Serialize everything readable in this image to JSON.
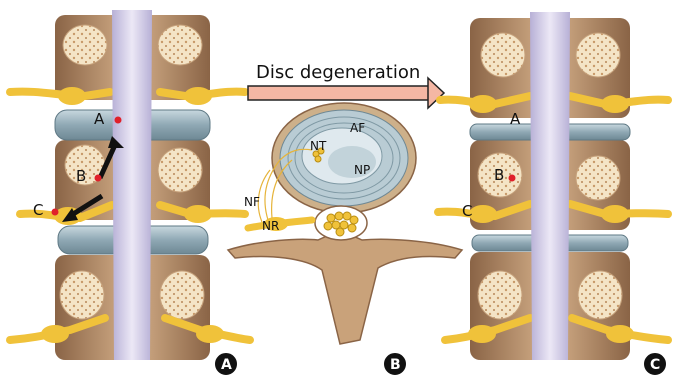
{
  "title": "Disc degeneration",
  "panels": {
    "a": {
      "badge": "A",
      "points": [
        "A",
        "B",
        "C"
      ]
    },
    "b": {
      "badge": "B",
      "labels": [
        "NT",
        "AF",
        "NP",
        "NF",
        "NR"
      ]
    },
    "c": {
      "badge": "C",
      "points": [
        "A",
        "B",
        "C"
      ]
    }
  },
  "colors": {
    "bone": "#c9a27a",
    "bone_dark": "#8a6446",
    "disc": "#9fb7c2",
    "cord": "#d8d2ea",
    "nerve": "#f0c23a",
    "arrow_fill": "#f4b7a4",
    "marker": "#e0202a"
  }
}
